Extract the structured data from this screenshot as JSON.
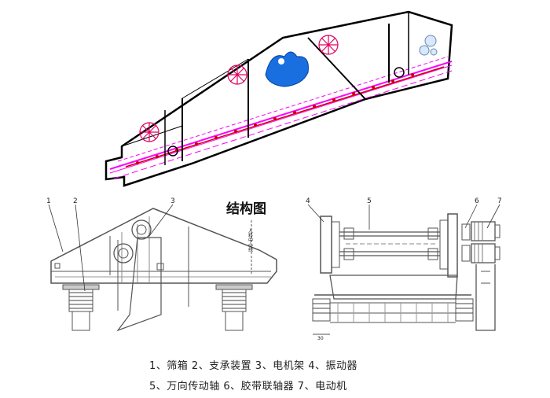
{
  "title": "结构图",
  "callouts": [
    "1",
    "2",
    "3",
    "4",
    "5",
    "6",
    "7"
  ],
  "legend_line1": "1、筛箱  2、支承装置  3、电机架  4、振动器",
  "legend_line2": "5、万向传动轴  6、胶带联轴器  7、电动机",
  "side_note": "入料中心线",
  "dimension": "30",
  "colors": {
    "outline": "#000000",
    "accent_magenta": "#ff00ff",
    "accent_red": "#cc0000",
    "motor_blue": "#1a6fe0",
    "drawing_gray": "#555555"
  }
}
